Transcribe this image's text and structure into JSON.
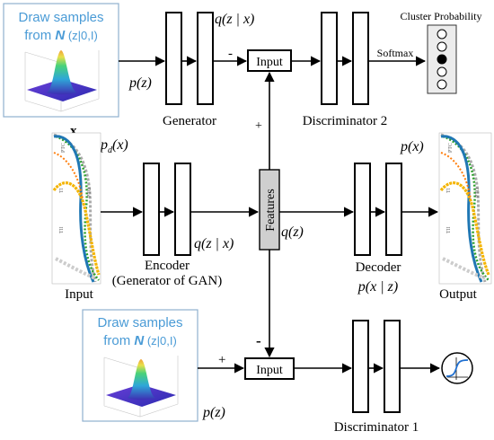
{
  "sample_box_top": {
    "line1": "Draw samples",
    "line2": "from ",
    "dist_letter": "N",
    "dist_params": " (z|0,I)"
  },
  "sample_box_bottom": {
    "line1": "Draw samples",
    "line2": "from ",
    "dist_letter": "N",
    "dist_params": " (z|0,I)"
  },
  "labels": {
    "p_z_top": "p(z)",
    "q_zx_top": "q(z | x)",
    "generator": "Generator",
    "input_top": "Input",
    "discriminator2": "Discriminator 2",
    "softmax": "Softmax",
    "cluster_probability": "Cluster Probability",
    "minus_top": "-",
    "plus_top": "+",
    "x_bold": "x",
    "pd_x": "p_d(x)",
    "pd_x_base": "p",
    "pd_x_sub": "d",
    "pd_x_arg": "(x)",
    "encoder": "Encoder",
    "generator_of_gan": "(Generator of GAN)",
    "q_zx_mid": "q(z | x)",
    "features": "Features",
    "q_z": "q(z)",
    "decoder": "Decoder",
    "p_xz": "p(x | z)",
    "p_x": "p(x)",
    "input_label": "Input",
    "output_label": "Output",
    "minus_bottom": "-",
    "plus_bottom": "+",
    "input_bottom": "Input",
    "p_z_bottom": "p(z)",
    "discriminator1": "Discriminator 1"
  },
  "chart_axis_labels": {
    "a": "PTC",
    "b": "TI",
    "c": "TII",
    "d": "PTO"
  },
  "colors": {
    "blue_text": "#4a9bd6",
    "features_fill": "#cfcfcf",
    "selected_cluster": "#000000",
    "series": [
      "#f4b400",
      "#1f77b4",
      "#2ca02c",
      "#aaaaaa",
      "#ff7f0e"
    ]
  },
  "cluster_nodes": {
    "count": 5,
    "selected_index": 2
  },
  "icons": {
    "sigmoid": "sigmoid-icon",
    "gaussian": "gaussian-surface-icon"
  }
}
